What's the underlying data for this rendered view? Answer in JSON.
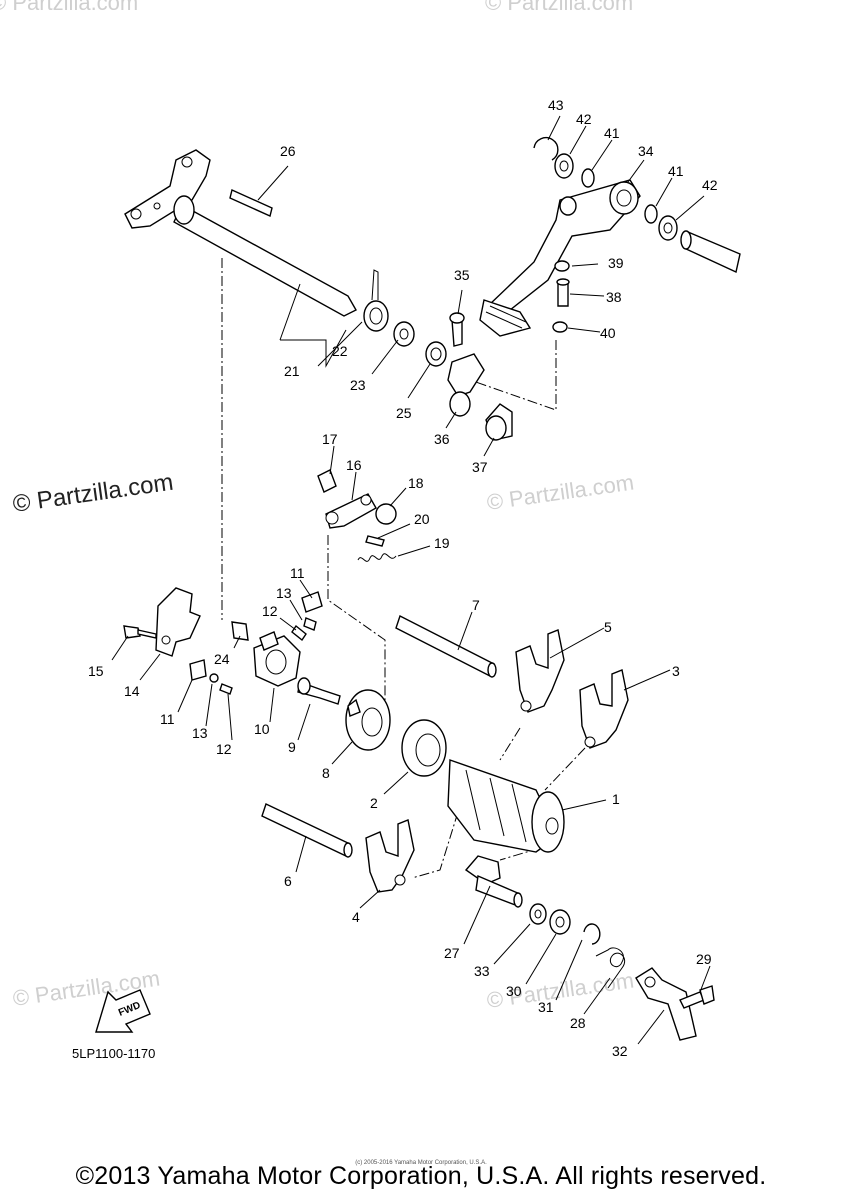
{
  "watermarks": {
    "main": "© Partzilla.com",
    "faded": "© Partzilla.com"
  },
  "diagram_code": "5LP1100-1170",
  "fwd_label": "FWD",
  "copyright": "©2013 Yamaha Motor Corporation, U.S.A. All rights reserved.",
  "tiny_credit": "(c) 2005-2016 Yamaha Motor Corporation, U.S.A.",
  "callouts": {
    "c1": "1",
    "c2": "2",
    "c3": "3",
    "c4": "4",
    "c5": "5",
    "c6": "6",
    "c7": "7",
    "c8": "8",
    "c9": "9",
    "c10": "10",
    "c11a": "11",
    "c11b": "11",
    "c12a": "12",
    "c12b": "12",
    "c13a": "13",
    "c13b": "13",
    "c14": "14",
    "c15": "15",
    "c16": "16",
    "c17": "17",
    "c18": "18",
    "c19": "19",
    "c20": "20",
    "c21": "21",
    "c22": "22",
    "c23": "23",
    "c24": "24",
    "c25": "25",
    "c26": "26",
    "c27": "27",
    "c28": "28",
    "c29": "29",
    "c30": "30",
    "c31": "31",
    "c32": "32",
    "c33": "33",
    "c34": "34",
    "c35": "35",
    "c36": "36",
    "c37": "37",
    "c38": "38",
    "c39": "39",
    "c40": "40",
    "c41a": "41",
    "c41b": "41",
    "c42a": "42",
    "c42b": "42",
    "c43": "43"
  }
}
